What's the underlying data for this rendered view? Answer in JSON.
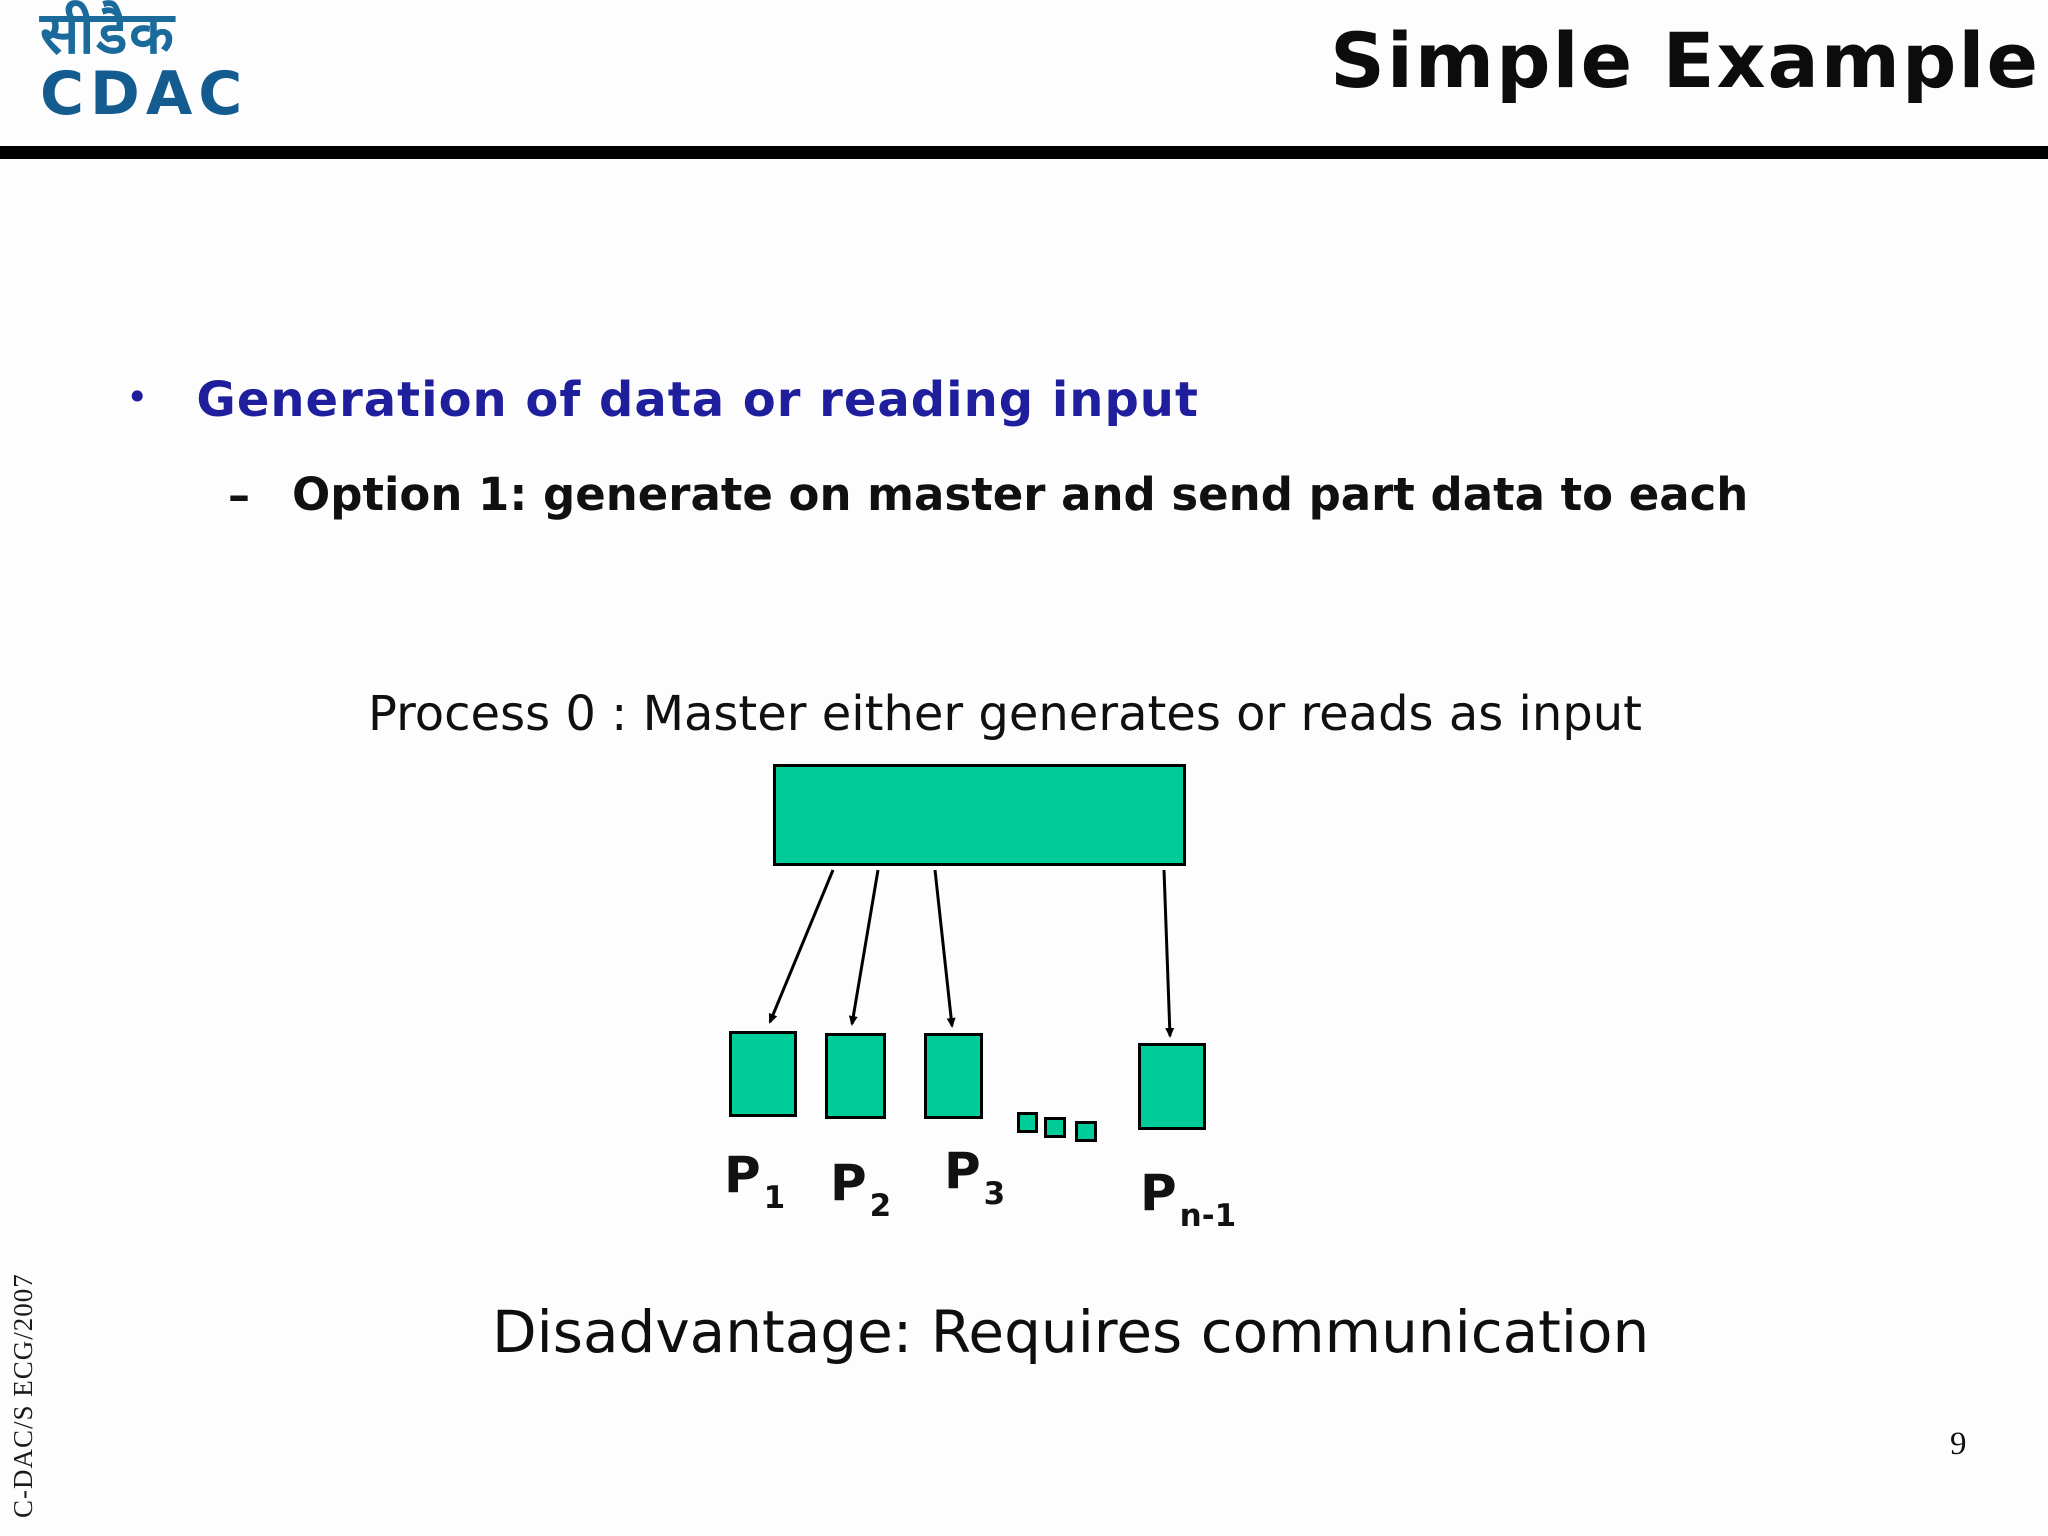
{
  "header": {
    "title": "Simple Example",
    "logo": {
      "devanagari": "सीडैक",
      "latin": "CDAC"
    }
  },
  "content": {
    "bullet_marker": "•",
    "bullet_text": "Generation of data or reading input",
    "sub_bullet_marker": "–",
    "sub_bullet_text": "Option 1: generate on master and send part data to each",
    "caption": "Process 0 : Master either generates or reads as input",
    "note": "Disadvantage: Requires communication"
  },
  "diagram": {
    "labels": [
      {
        "base": "P",
        "sub": "1"
      },
      {
        "base": "P",
        "sub": "2"
      },
      {
        "base": "P",
        "sub": "3"
      },
      {
        "base": "P",
        "sub": "n-1"
      }
    ]
  },
  "footer": {
    "vertical_text": "C-DAC/S ECG/2007",
    "page_number": "9"
  },
  "colors": {
    "process_box_fill": "#00CC99",
    "process_box_border": "#000000",
    "bullet_blue": "#1f1f9e",
    "logo_blue": "#145c90",
    "header_bar": "#000000"
  }
}
